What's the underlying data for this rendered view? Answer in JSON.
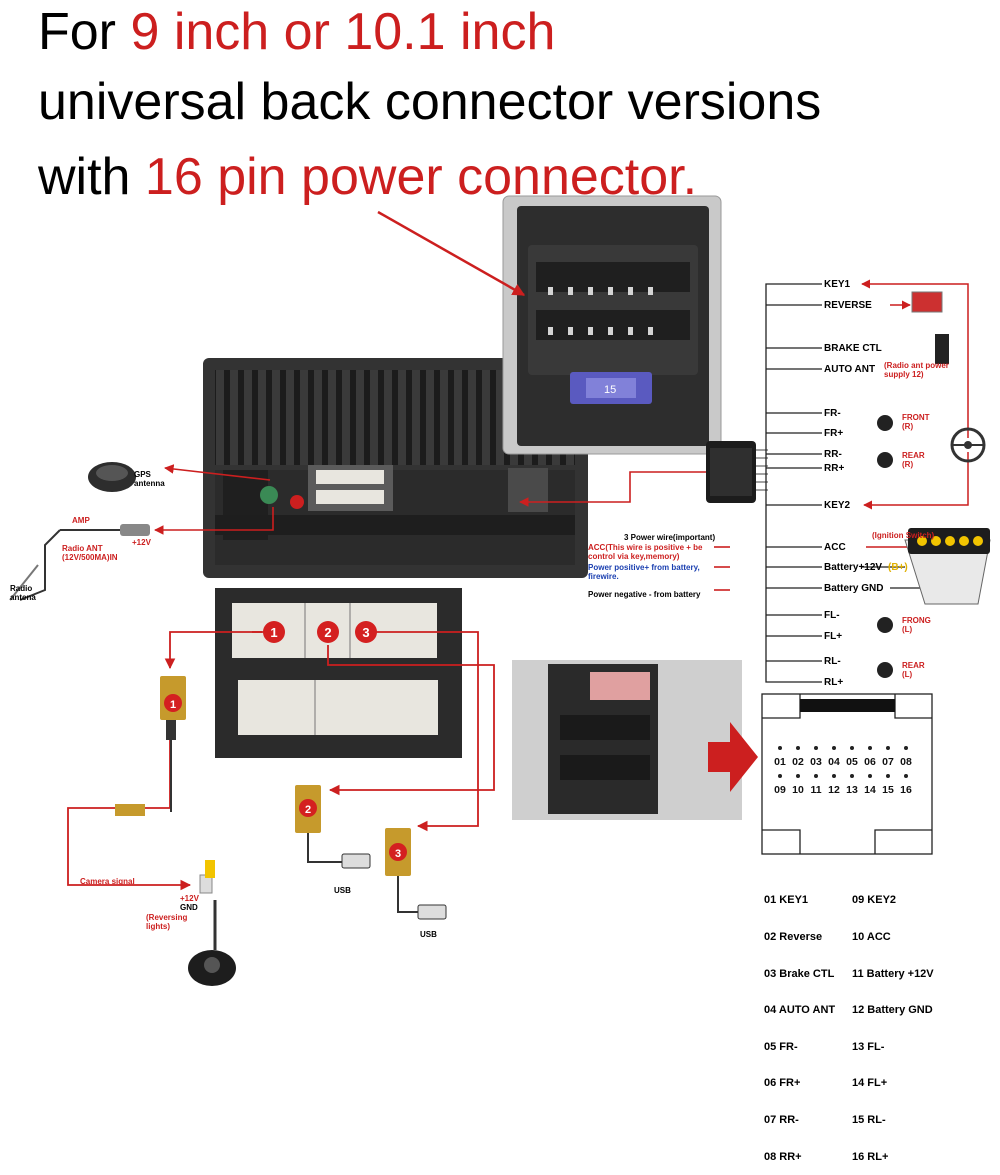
{
  "title": {
    "line1_a": "For ",
    "line1_b": "9 inch or 10.1 inch",
    "line2": "universal back connector versions",
    "line3_a": "with ",
    "line3_b": "16 pin power connector."
  },
  "wiring": {
    "key1": "KEY1",
    "reverse": "REVERSE",
    "brake": "BRAKE CTL",
    "auto_ant": "AUTO ANT",
    "auto_ant_note": "(Radio ant power supply 12)",
    "fr_minus": "FR-",
    "fr_plus": "FR+",
    "front_r": "FRONT (R)",
    "rr_minus": "RR-",
    "rr_plus": "RR+",
    "rear_r": "REAR (R)",
    "key2": "KEY2",
    "acc": "ACC",
    "ignition": "(Ignition Switch)",
    "battery_12v": "Battery+12V",
    "b_plus": "(B+)",
    "battery_gnd": "Battery GND",
    "fl_minus": "FL-",
    "fl_plus": "FL+",
    "front_l": "FRONG (L)",
    "rl_minus": "RL-",
    "rl_plus": "RL+",
    "rear_l": "REAR (L)"
  },
  "power_notes": {
    "heading": "3 Power wire(important)",
    "acc_note": "ACC(This wire is positive + be control via key,memory)",
    "power_pos": "Power positive+ from battery, firewire.",
    "power_neg": "Power negative - from battery"
  },
  "left_labels": {
    "gps": "GPS antenna",
    "amp": "AMP",
    "v12": "+12V",
    "radio_ant": "Radio ANT (12V/500MA)IN",
    "radio_antenna": "Radio antena",
    "camera_signal": "Camera signal",
    "cam_12v": "+12V",
    "cam_gnd": "GND",
    "reversing": "(Reversing lights)",
    "usb1": "USB",
    "usb2": "USB"
  },
  "callouts": [
    "1",
    "2",
    "3"
  ],
  "pin_numbers_top": [
    "01",
    "02",
    "03",
    "04",
    "05",
    "06",
    "07",
    "08"
  ],
  "pin_numbers_bottom": [
    "09",
    "10",
    "11",
    "12",
    "13",
    "14",
    "15",
    "16"
  ],
  "pin_legend": [
    [
      "01 KEY1",
      "09 KEY2"
    ],
    [
      "02 Reverse",
      "10 ACC"
    ],
    [
      "03 Brake CTL",
      "11 Battery +12V"
    ],
    [
      "04 AUTO ANT",
      "12 Battery GND"
    ],
    [
      "05 FR-",
      "13 FL-"
    ],
    [
      "06 FR+",
      "14 FL+"
    ],
    [
      "07 RR-",
      "15 RL-"
    ],
    [
      "08 RR+",
      "16 RL+"
    ]
  ],
  "fuse_label": "15",
  "colors": {
    "accent_red": "#cc1f1f",
    "photo_dark": "#2a2a2a",
    "connector_white": "#e8e6df",
    "callout_red": "#d42020"
  }
}
